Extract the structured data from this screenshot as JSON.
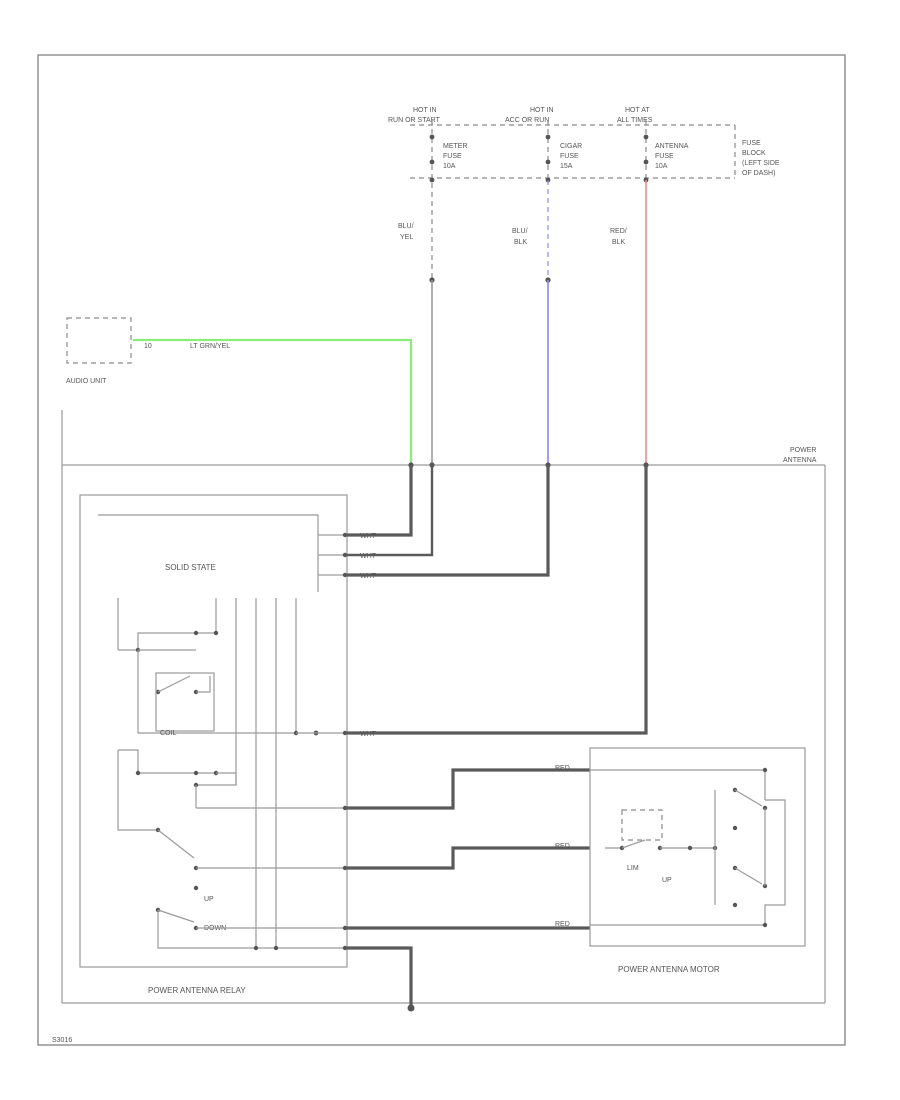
{
  "fuses": [
    {
      "hot": "HOT IN",
      "hot_sub": "RUN OR START",
      "name1": "METER",
      "name2": "FUSE",
      "amps": "10A",
      "wire1": "BLU/",
      "wire2": "YEL"
    },
    {
      "hot": "HOT IN",
      "hot_sub": "ACC OR RUN",
      "name1": "CIGAR",
      "name2": "FUSE",
      "amps": "15A",
      "wire1": "BLU/",
      "wire2": "BLK"
    },
    {
      "hot": "HOT AT",
      "hot_sub": "ALL TIMES",
      "name1": "ANTENNA",
      "name2": "FUSE",
      "amps": "10A",
      "wire1": "RED/",
      "wire2": "BLK"
    }
  ],
  "fuse_block": [
    "FUSE",
    "BLOCK",
    "(LEFT SIDE",
    "OF DASH)"
  ],
  "audio_unit": {
    "label": "AUDIO UNIT",
    "pin": "10",
    "wire": "LT GRN/YEL"
  },
  "power_antenna": [
    "POWER",
    "ANTENNA"
  ],
  "relay": {
    "label": "POWER ANTENNA RELAY",
    "solid_state": "SOLID STATE",
    "coil": "COIL",
    "up": "UP",
    "down": "DOWN"
  },
  "relay_wires": [
    "WHT",
    "WHT",
    "WHT",
    "WHT"
  ],
  "motor": {
    "label": "POWER ANTENNA MOTOR",
    "wires": [
      "RED",
      "RED",
      "RED"
    ],
    "switch_label": "UP",
    "switch_label2": "LIM"
  },
  "figure_id": "S3016",
  "colors": {
    "green": "#88ee77",
    "blue": "#8888ee",
    "red": "#e89090"
  }
}
